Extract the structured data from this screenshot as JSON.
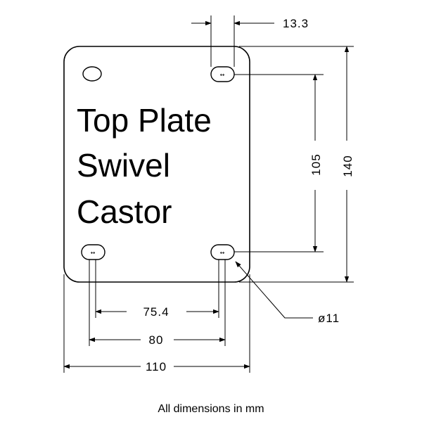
{
  "title_lines": [
    "Top Plate",
    "Swivel",
    "Castor"
  ],
  "dimensions": {
    "hole_offset": "13.3",
    "hole_spacing_vertical": "105",
    "plate_height": "140",
    "hole_spacing_inner": "75.4",
    "hole_spacing_outer": "80",
    "plate_width": "110",
    "hole_diameter": "ø11"
  },
  "footnote": "All dimensions in mm"
}
